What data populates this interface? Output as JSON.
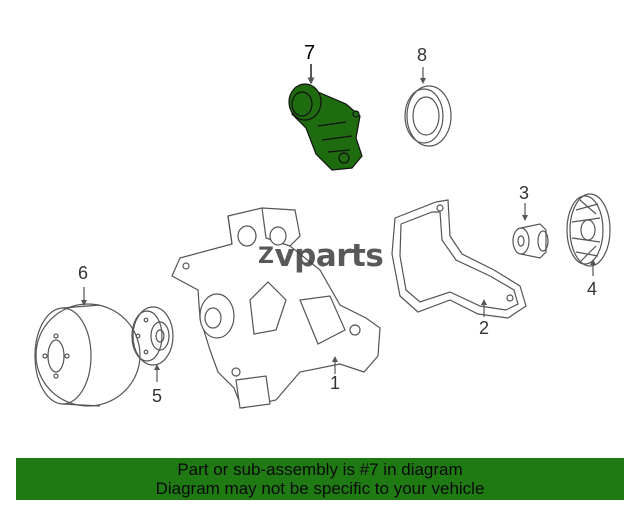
{
  "callouts": [
    {
      "id": "1",
      "label": "1"
    },
    {
      "id": "2",
      "label": "2"
    },
    {
      "id": "3",
      "label": "3"
    },
    {
      "id": "4",
      "label": "4"
    },
    {
      "id": "5",
      "label": "5"
    },
    {
      "id": "6",
      "label": "6"
    },
    {
      "id": "7",
      "label": "7"
    },
    {
      "id": "8",
      "label": "8"
    }
  ],
  "highlighted_part": "7",
  "colors": {
    "highlight_fill": "#1f6b0f",
    "banner_bg": "#1f7a13",
    "line": "#555555"
  },
  "watermark": {
    "mark": "Z",
    "text": "vparts"
  },
  "banner": {
    "line1": "Part or sub-assembly is #7 in diagram",
    "line2": "Diagram may not be specific to your vehicle"
  }
}
